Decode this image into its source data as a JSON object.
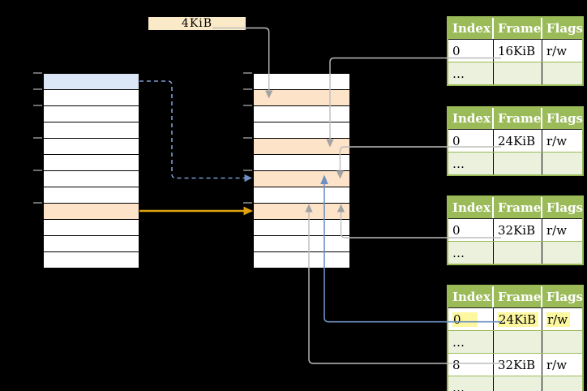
{
  "palette": {
    "background": "#000000",
    "header_green": "#9bbb59",
    "shaded_row_green": "#ebf1dd",
    "highlighted_row_orange": "#fde3c8",
    "highlighted_row_blue": "#dbe6f6",
    "text_highlight_yellow": "#fdf89f",
    "size_label_cream": "#fbeac8",
    "arrow_gray": "#bdbdbd",
    "arrow_blue": "#6e8fc2",
    "arrow_gold": "#dfa10c"
  },
  "size_label": {
    "text": "4KiB"
  },
  "page_tables": {
    "left": {
      "row_count": 12,
      "highlight_rows": [
        {
          "index": 0,
          "style": "blue"
        },
        {
          "index": 8,
          "style": "orange"
        }
      ]
    },
    "middle": {
      "row_count": 12,
      "highlight_rows": [
        {
          "index": 1,
          "style": "orange"
        },
        {
          "index": 4,
          "style": "orange"
        },
        {
          "index": 6,
          "style": "orange"
        },
        {
          "index": 8,
          "style": "orange"
        }
      ]
    },
    "tick_rows": [
      0,
      1,
      2,
      4,
      6,
      8
    ]
  },
  "frame_tables": [
    {
      "headers": [
        "Index",
        "Frame",
        "Flags"
      ],
      "rows": [
        {
          "cells": [
            "0",
            "16KiB",
            "r/w"
          ],
          "shaded": false,
          "highlighted": false
        },
        {
          "cells": [
            "…",
            "",
            ""
          ],
          "shaded": true,
          "highlighted": false
        }
      ]
    },
    {
      "headers": [
        "Index",
        "Frame",
        "Flags"
      ],
      "rows": [
        {
          "cells": [
            "0",
            "24KiB",
            "r/w"
          ],
          "shaded": false,
          "highlighted": false
        },
        {
          "cells": [
            "…",
            "",
            ""
          ],
          "shaded": true,
          "highlighted": false
        }
      ]
    },
    {
      "headers": [
        "Index",
        "Frame",
        "Flags"
      ],
      "rows": [
        {
          "cells": [
            "0",
            "32KiB",
            "r/w"
          ],
          "shaded": false,
          "highlighted": false
        },
        {
          "cells": [
            "…",
            "",
            ""
          ],
          "shaded": true,
          "highlighted": false
        }
      ]
    },
    {
      "headers": [
        "Index",
        "Frame",
        "Flags"
      ],
      "rows": [
        {
          "cells": [
            "0",
            "24KiB",
            "r/w"
          ],
          "shaded": false,
          "highlighted": true
        },
        {
          "cells": [
            "…",
            "",
            ""
          ],
          "shaded": true,
          "highlighted": false
        },
        {
          "cells": [
            "8",
            "32KiB",
            "r/w"
          ],
          "shaded": false,
          "highlighted": false
        },
        {
          "cells": [
            "…",
            "",
            ""
          ],
          "shaded": true,
          "highlighted": false
        }
      ]
    }
  ]
}
